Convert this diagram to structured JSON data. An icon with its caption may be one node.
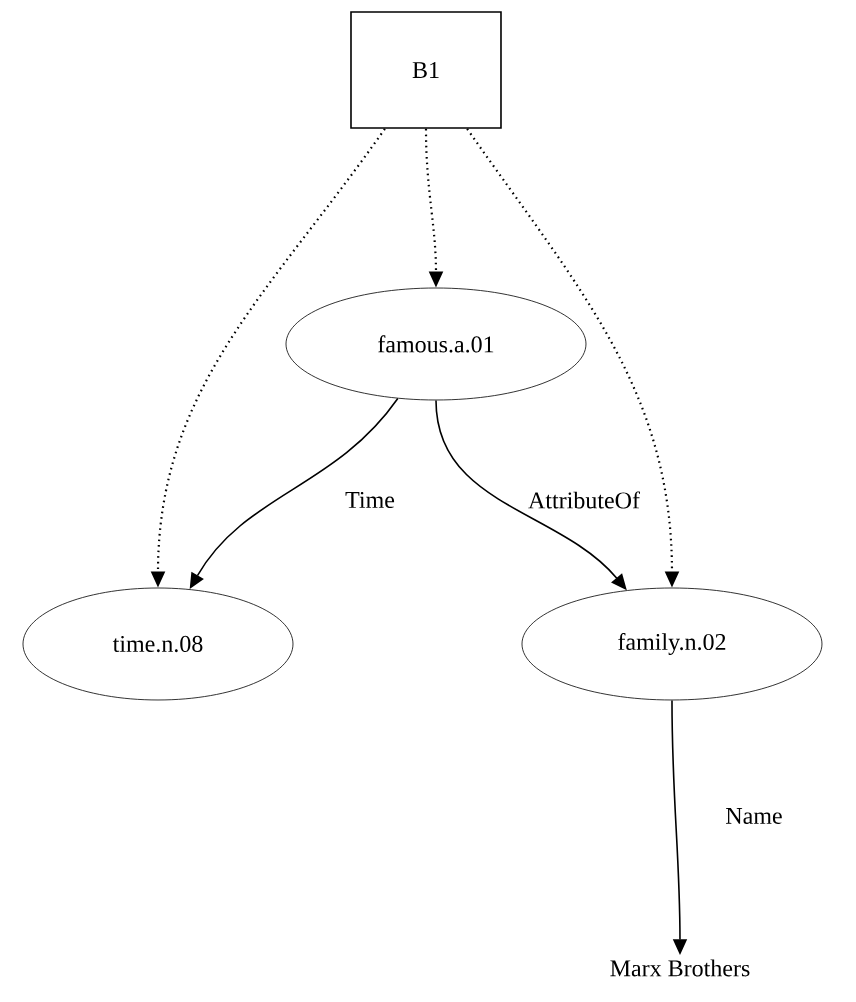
{
  "diagram": {
    "nodes": [
      {
        "text": [
          "B1"
        ]
      },
      {
        "text": [
          "famous.a.01"
        ]
      },
      {
        "text": [
          "time.n.08"
        ]
      },
      {
        "text": [
          "family.n.02"
        ]
      },
      {
        "text": [
          "Marx Brothers"
        ]
      }
    ],
    "edges": [
      {
        "from": 0,
        "to": 1,
        "arrow": "to",
        "style": "dashed"
      },
      {
        "from": 0,
        "to": 2,
        "arrow": "to",
        "style": "dashed"
      },
      {
        "from": 0,
        "to": 3,
        "arrow": "to",
        "style": "dashed"
      },
      {
        "from": 1,
        "to": 2,
        "arrow": "to",
        "label": "Time"
      },
      {
        "from": 1,
        "to": 3,
        "arrow": "to",
        "label": "AttributeOf"
      },
      {
        "from": 3,
        "to": 4,
        "arrow": "to",
        "label": "Name"
      }
    ]
  }
}
